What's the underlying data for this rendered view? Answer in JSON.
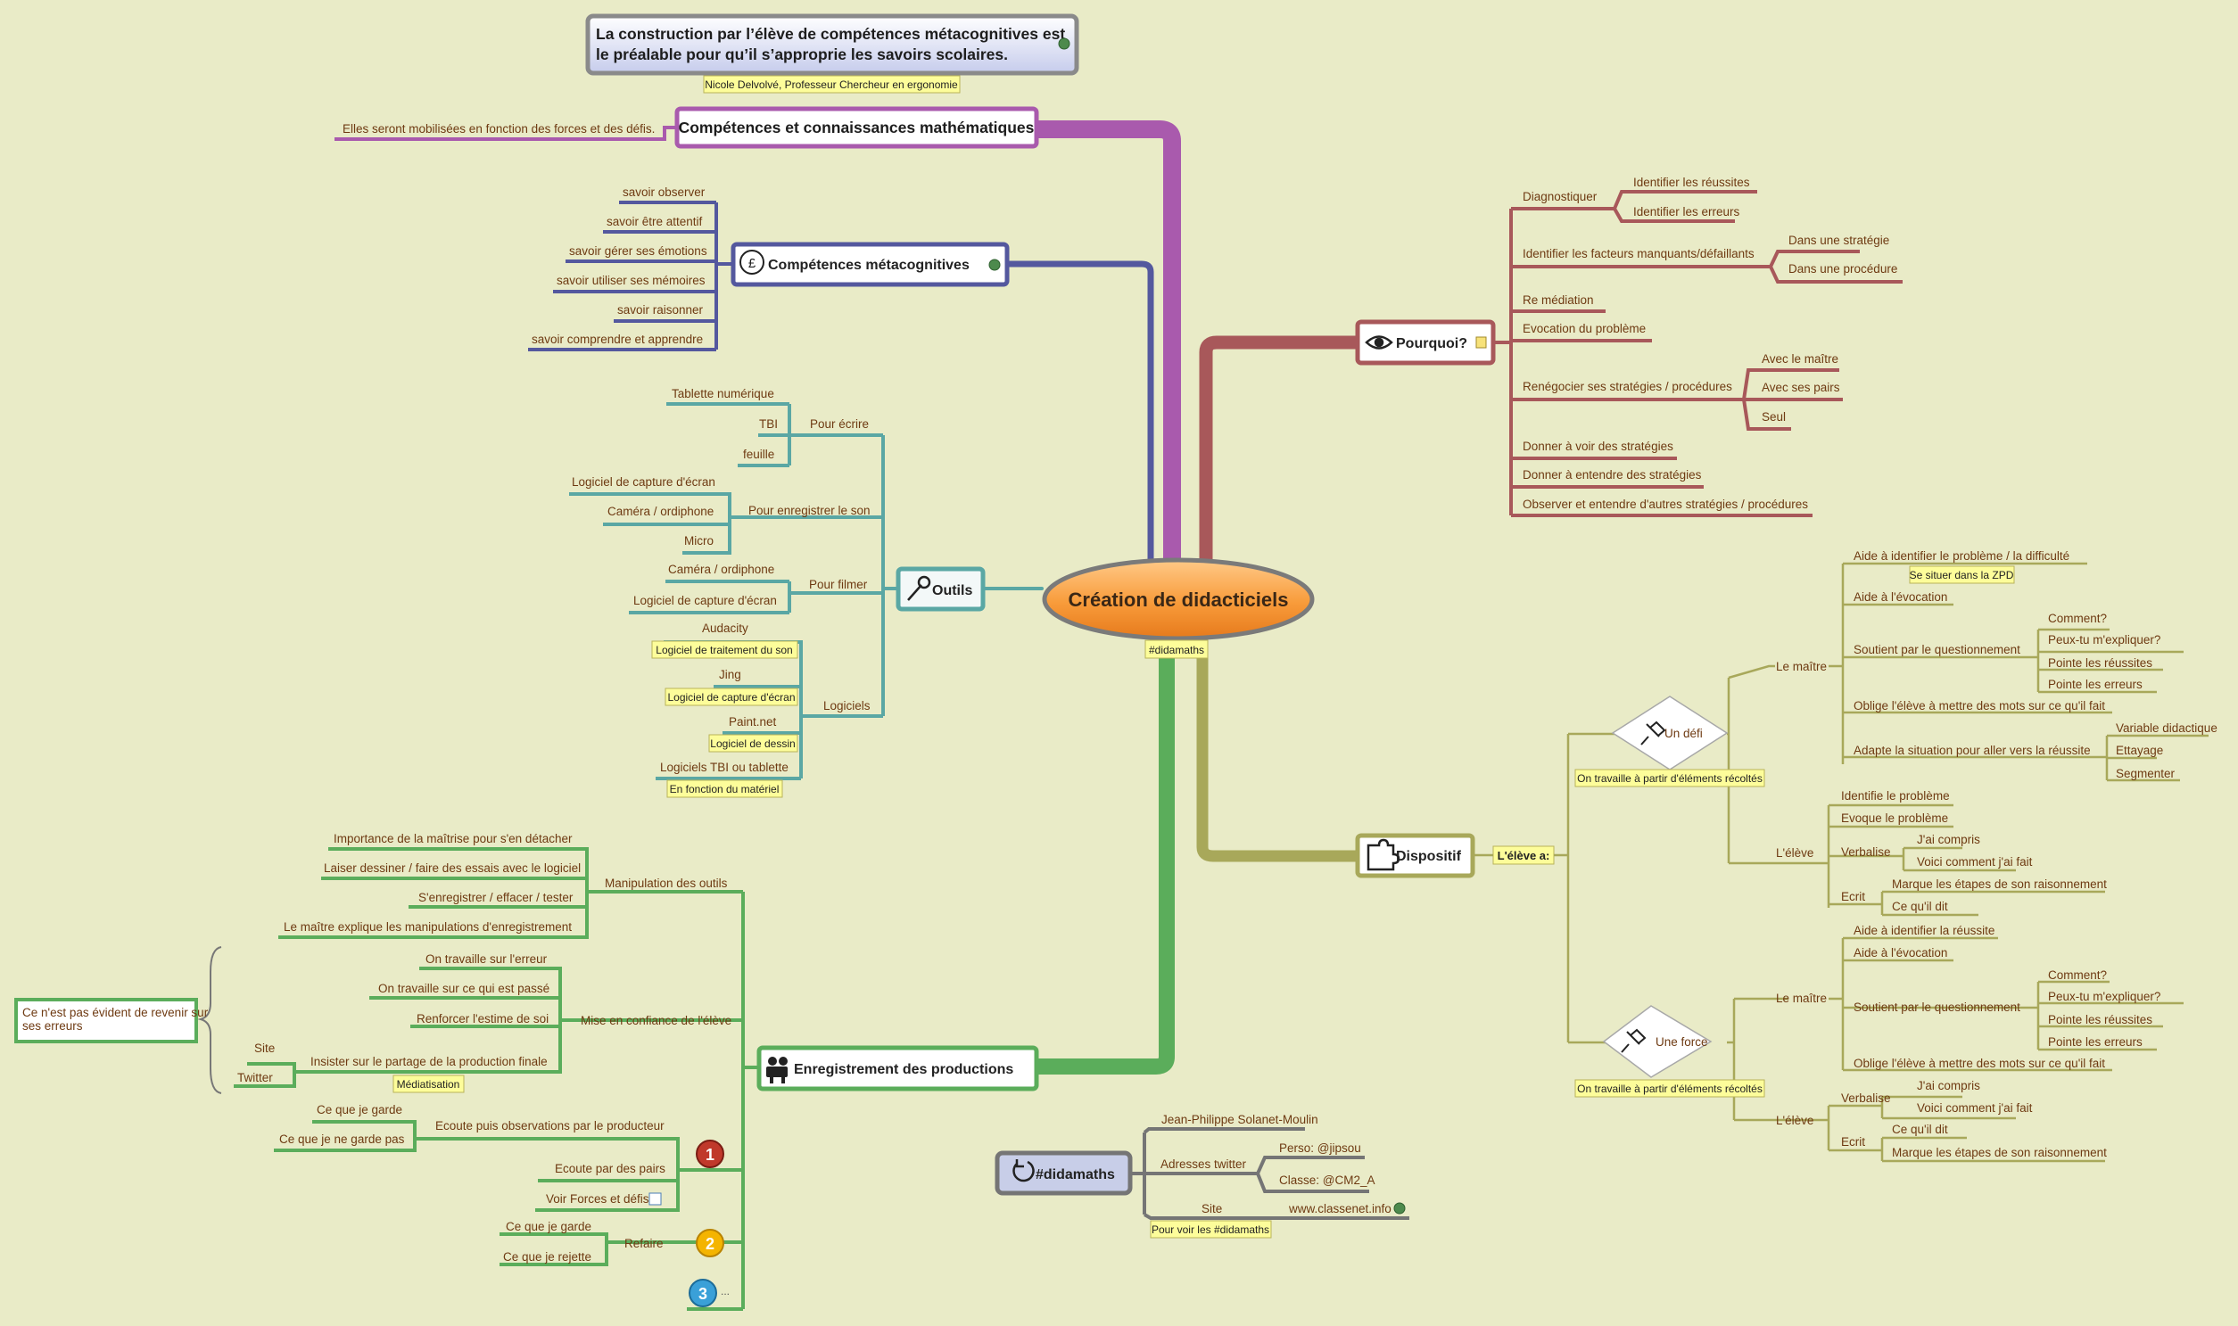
{
  "title": {
    "line1": "La construction par l’élève de compétences métacognitives est",
    "line2": "le préalable pour qu’il s’approprie les savoirs scolaires.",
    "author": "Nicole Delvolvé, Professeur Chercheur en ergonomie"
  },
  "center": {
    "label": "Création de didacticiels",
    "tag": "#didamaths"
  },
  "maths": {
    "label": "Compétences et connaissances mathématiques",
    "note": "Elles seront mobilisées en fonction des forces et des défis."
  },
  "meta": {
    "label": "Compétences métacognitives",
    "items": [
      "savoir observer",
      "savoir être attentif",
      "savoir gérer ses émotions",
      "savoir utiliser ses mémoires",
      "savoir raisonner",
      "savoir comprendre et apprendre"
    ]
  },
  "outils": {
    "label": "Outils",
    "ecrire": {
      "label": "Pour écrire",
      "items": [
        "Tablette numérique",
        "TBI",
        "feuille"
      ]
    },
    "son": {
      "label": "Pour enregistrer le son",
      "items": [
        "Logiciel de capture d'écran",
        "Caméra / ordiphone",
        "Micro"
      ]
    },
    "filmer": {
      "label": "Pour filmer",
      "items": [
        "Caméra / ordiphone",
        "Logiciel de capture d'écran"
      ]
    },
    "logiciels": {
      "label": "Logiciels",
      "items": [
        "Audacity",
        "Logiciel de traitement du son",
        "Jing",
        "Logiciel de capture d'écran",
        "Paint.net",
        "Logiciel de dessin",
        "Logiciels TBI ou tablette",
        "En fonction du matériel"
      ]
    }
  },
  "enreg": {
    "label": "Enregistrement des productions",
    "manip": {
      "label": "Manipulation des outils",
      "items": [
        "Importance de la maîtrise pour s'en détacher",
        "Laiser dessiner / faire des essais avec le logiciel",
        "S'enregistrer / effacer / tester",
        "Le maître explique les manipulations d'enregistrement"
      ]
    },
    "confiance": {
      "label": "Mise en confiance de l'élève",
      "items": [
        "On travaille sur l'erreur",
        "On travaille sur ce qui est passé",
        "Renforcer l'estime de soi",
        "Insister sur le partage de la production finale",
        "Médiatisation",
        "Site",
        "Twitter"
      ]
    },
    "callout": {
      "line1": "Ce n'est pas évident de revenir sur",
      "line2": "ses erreurs"
    },
    "step1": {
      "num": "1",
      "ecoute": "Ecoute puis observations par le producteur",
      "garde": "Ce que je garde",
      "nogarde": "Ce que je ne garde pas",
      "pairs": "Ecoute par des pairs",
      "forces": "Voir Forces et défis"
    },
    "step2": {
      "num": "2",
      "refaire": "Refaire",
      "garde": "Ce que je garde",
      "rejette": "Ce que je rejette"
    },
    "step3": {
      "num": "3",
      "more": "..."
    }
  },
  "didamaths": {
    "label": "#didamaths",
    "author": "Jean-Philippe Solanet-Moulin",
    "twitter": {
      "label": "Adresses twitter",
      "perso": "Perso: @jipsou",
      "classe": "Classe: @CM2_A"
    },
    "site": {
      "label": "Site",
      "url": "www.classenet.info",
      "note": "Pour voir les #didamaths"
    }
  },
  "pourquoi": {
    "label": "Pourquoi?",
    "diag": {
      "label": "Diagnostiquer",
      "items": [
        "Identifier les réussites",
        "Identifier les erreurs"
      ]
    },
    "facteurs": {
      "label": "Identifier les facteurs manquants/défaillants",
      "items": [
        "Dans une stratégie",
        "Dans une procédure"
      ]
    },
    "remediation": "Re médiation",
    "evocation": "Evocation du problème",
    "reneg": {
      "label": "Renégocier ses stratégies / procédures",
      "items": [
        "Avec le maître",
        "Avec ses pairs",
        "Seul"
      ]
    },
    "donner_voir": "Donner à voir des stratégies",
    "donner_entendre": "Donner à entendre des stratégies",
    "observer": "Observer et entendre d'autres stratégies / procédures"
  },
  "dispositif": {
    "label": "Dispositif",
    "eleve_a": "L'élève a:",
    "defi": {
      "label": "Un défi",
      "note": "On travaille à partir d'éléments récoltés",
      "maitre": {
        "label": "Le maître",
        "aide_pb": "Aide à identifier le problème / la difficulté",
        "zpd": "Se situer dans la ZPD",
        "aide_evoc": "Aide à l'évocation",
        "questionnement": "Soutient par le questionnement",
        "q": [
          "Comment?",
          "Peux-tu m'expliquer?",
          "Pointe les réussites",
          "Pointe les erreurs"
        ],
        "mots": "Oblige l'élève à mettre des mots sur ce qu'il fait",
        "adapte": "Adapte la situation pour aller vers la réussite",
        "a": [
          "Variable didactique",
          "Ettayage",
          "Segmenter"
        ]
      },
      "eleve": {
        "label": "L'élève",
        "identifie": "Identifie le problème",
        "evoque": "Evoque le problème",
        "verbalise": "Verbalise",
        "v": [
          "J'ai compris",
          "Voici comment j'ai fait"
        ],
        "ecrit": "Ecrit",
        "e": [
          "Marque les étapes de son raisonnement",
          "Ce qu'il dit"
        ]
      }
    },
    "force": {
      "label": "Une force",
      "note": "On travaille à partir d'éléments récoltés",
      "maitre": {
        "label": "Le maître",
        "aide_reussite": "Aide à identifier la réussite",
        "aide_evoc": "Aide à l'évocation",
        "questionnement": "Soutient par le questionnement",
        "q": [
          "Comment?",
          "Peux-tu m'expliquer?",
          "Pointe les réussites",
          "Pointe les erreurs"
        ],
        "mots": "Oblige l'élève à mettre des mots sur ce qu'il fait"
      },
      "eleve": {
        "label": "L'élève",
        "verbalise": "Verbalise",
        "v": [
          "J'ai compris",
          "Voici comment j'ai fait"
        ],
        "ecrit": "Ecrit",
        "e": [
          "Ce qu'il dit",
          "Marque les étapes de son raisonnement"
        ]
      }
    }
  },
  "colors": {
    "background": "#e9ebc7",
    "maths": "#a95aad",
    "meta": "#54589e",
    "tools": "#5aa7a4",
    "enreg": "#5bad5b",
    "didamaths": "#757575",
    "pourquoi": "#a8585a",
    "dispositif": "#a8a85a",
    "center": "#f89b3a"
  }
}
